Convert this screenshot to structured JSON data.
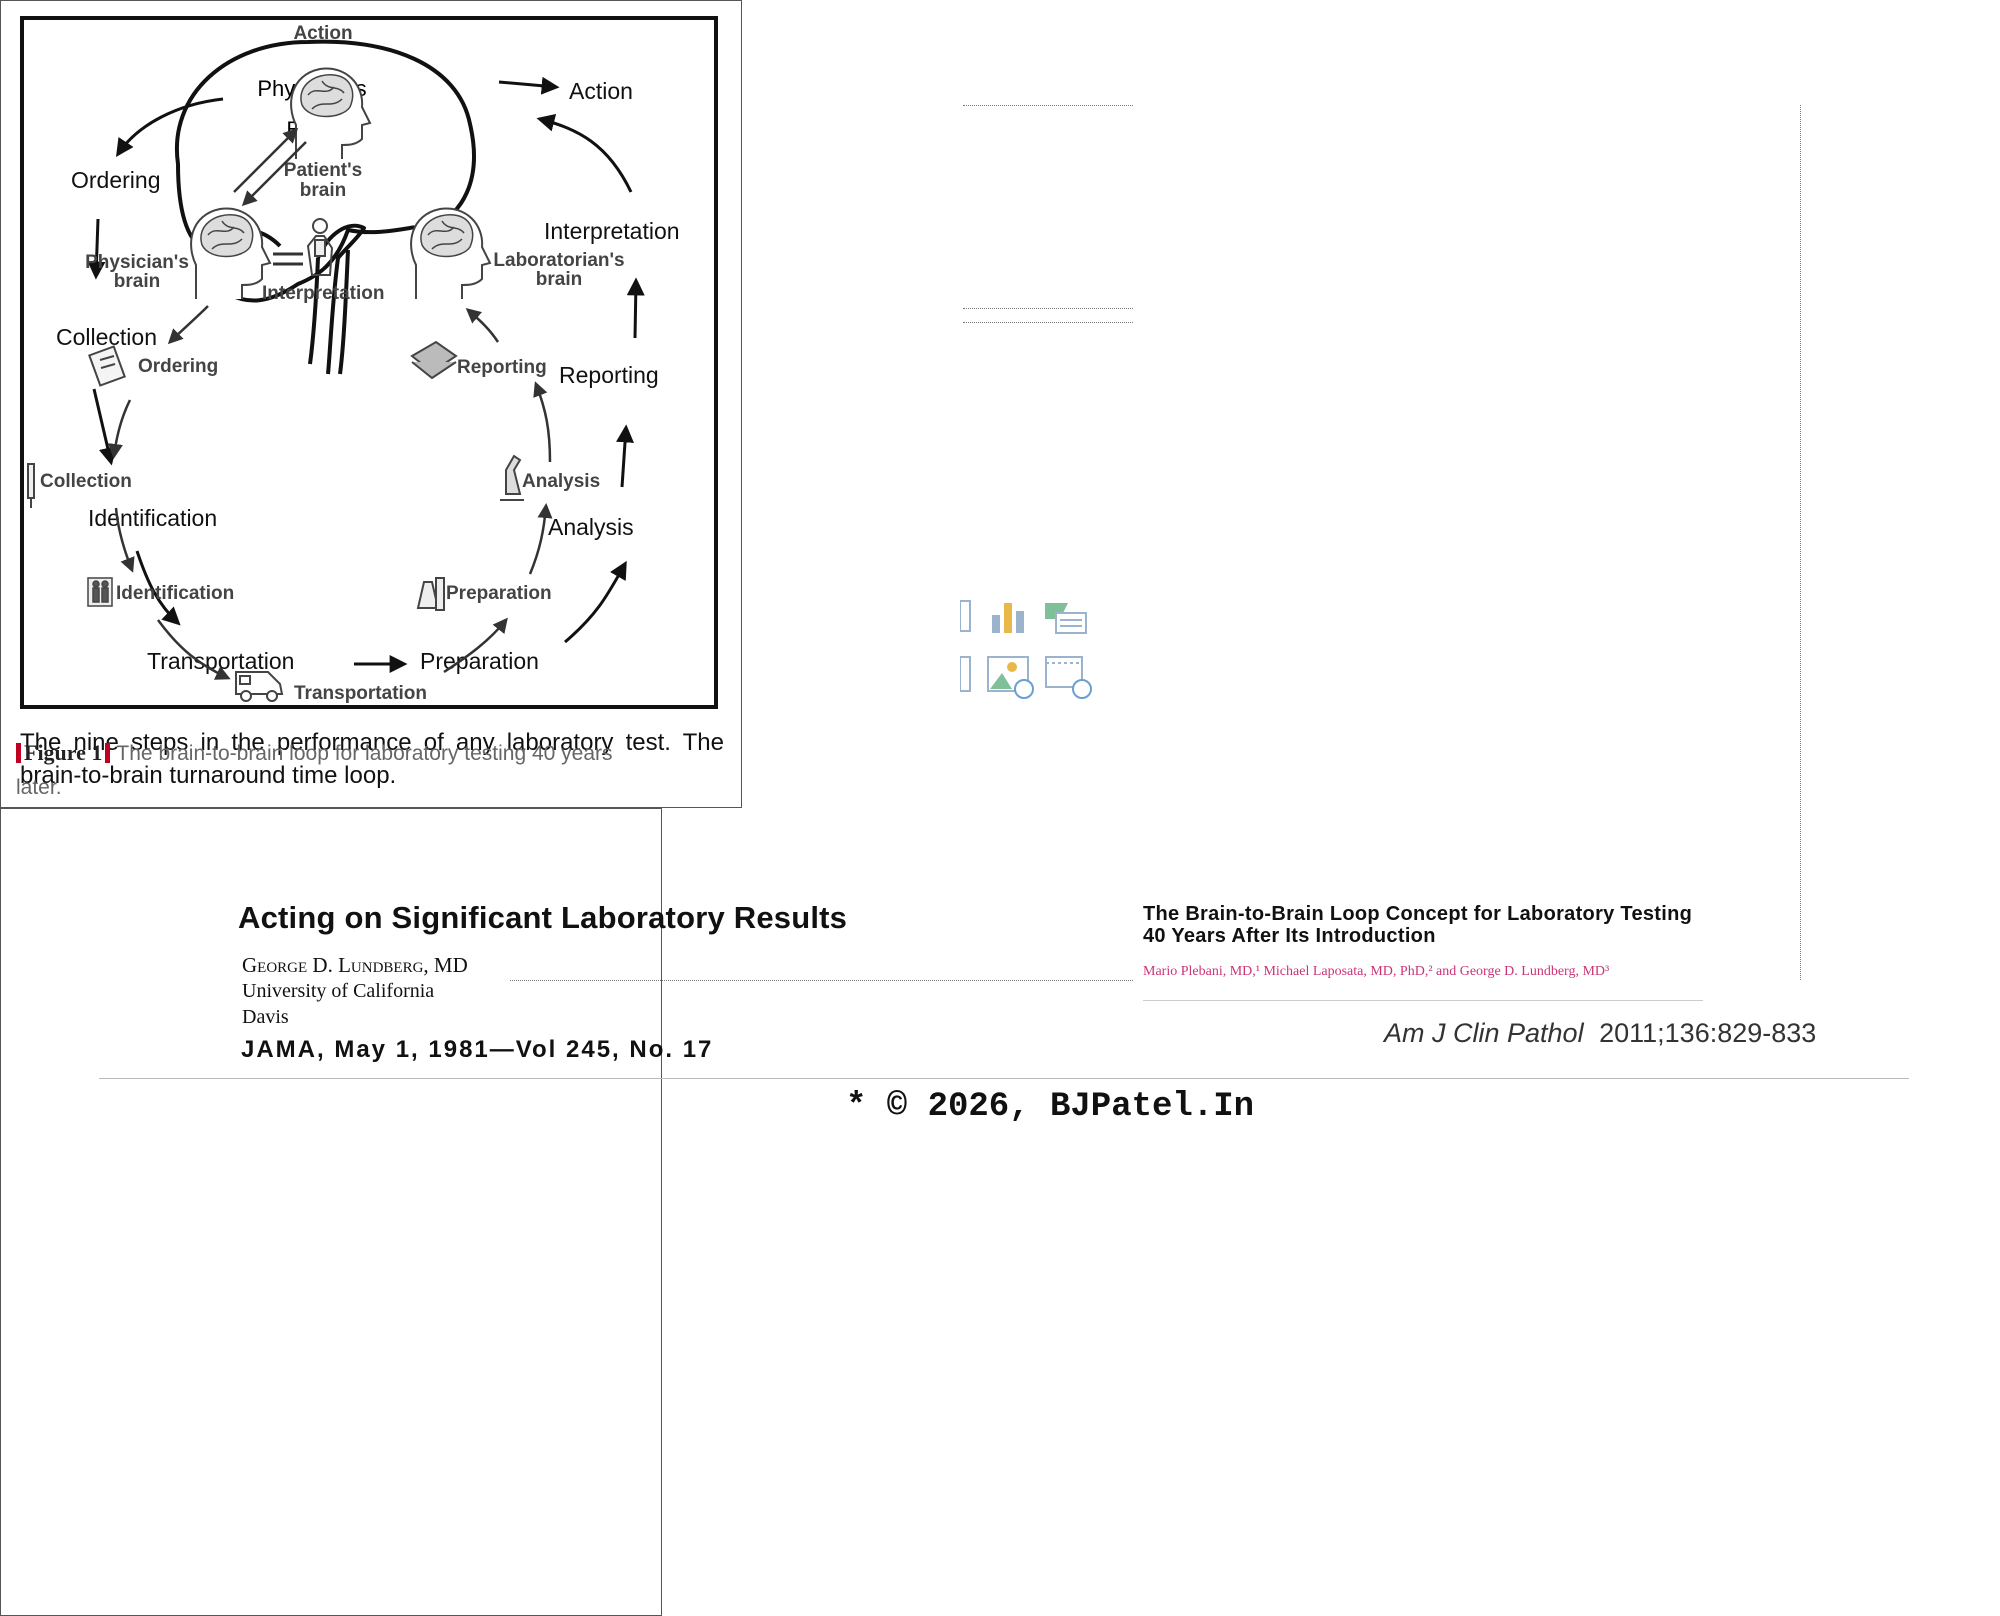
{
  "left": {
    "diagram": {
      "brain_label_line1": "Physician's",
      "brain_label_line2": "Brain",
      "steps": {
        "action": "Action",
        "ordering": "Ordering",
        "collection": "Collection",
        "identification": "Identification",
        "transportation": "Transportation",
        "preparation": "Preparation",
        "analysis": "Analysis",
        "reporting": "Reporting",
        "interpretation": "Interpretation"
      }
    },
    "caption": "The nine steps in the performance of any laboratory test. The brain-to-brain turnaround time loop.",
    "paper_title": "Acting on Significant Laboratory Results",
    "author_name": "George D. Lundberg, MD",
    "author_affil_1": "University of California",
    "author_affil_2": "Davis",
    "citation": "JAMA, May 1, 1981—Vol 245, No. 17"
  },
  "right": {
    "diagram": {
      "action": "Action",
      "patient_brain_1": "Patient's",
      "patient_brain_2": "brain",
      "physician_brain_1": "Physician's",
      "physician_brain_2": "brain",
      "laboratorian_brain_1": "Laboratorian's",
      "laboratorian_brain_2": "brain",
      "interpretation": "Interpretation",
      "ordering": "Ordering",
      "reporting": "Reporting",
      "collection": "Collection",
      "analysis": "Analysis",
      "identification": "Identification",
      "preparation": "Preparation",
      "transportation": "Transportation"
    },
    "caption_figure": "Figure 1",
    "caption_text": "The brain-to-brain loop for laboratory testing 40 years later.",
    "paper_title_line1": "The Brain-to-Brain Loop Concept for Laboratory Testing",
    "paper_title_line2": "40 Years After Its Introduction",
    "authors": "Mario Plebani, MD,¹ Michael Laposata, MD, PhD,² and George D. Lundberg, MD³",
    "citation_journal": "Am J Clin Pathol",
    "citation_rest": "2011;136:829-833"
  },
  "footer": "* © 2026, BJPatel.In",
  "colors": {
    "accent_red": "#c00021",
    "author_pink": "#cc3377"
  }
}
